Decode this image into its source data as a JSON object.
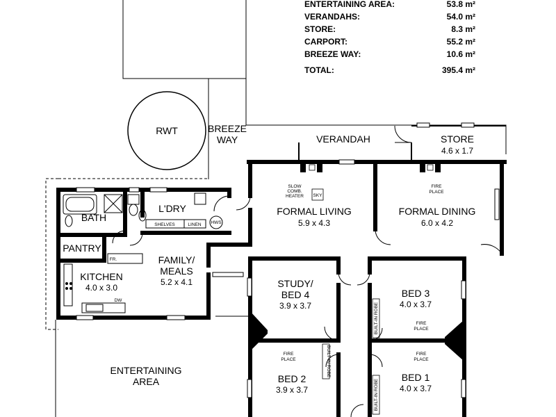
{
  "area_schedule": {
    "rows": [
      {
        "label": "ENTERTAINING AREA:",
        "value": "53.8 m²"
      },
      {
        "label": "VERANDAHS:",
        "value": "54.0 m²"
      },
      {
        "label": "STORE:",
        "value": "8.3 m²"
      },
      {
        "label": "CARPORT:",
        "value": "55.2 m²"
      },
      {
        "label": "BREEZE WAY:",
        "value": "10.6 m²"
      }
    ],
    "total": {
      "label": "TOTAL:",
      "value": "395.4 m²"
    }
  },
  "outdoor": {
    "rwt": "RWT",
    "breeze_way": [
      "BREEZE",
      "WAY"
    ],
    "verandah": "VERANDAH",
    "entertaining_area": [
      "ENTERTAINING",
      "AREA"
    ]
  },
  "rooms": {
    "store": {
      "name": "STORE",
      "dims": "4.6 x 1.7"
    },
    "formal_living": {
      "name": "FORMAL LIVING",
      "dims": "5.9 x 4.3"
    },
    "formal_dining": {
      "name": "FORMAL DINING",
      "dims": "6.0 x 4.2"
    },
    "bath": {
      "name": "BATH"
    },
    "laundry": {
      "name": "L'DRY"
    },
    "pantry": {
      "name": "PANTRY"
    },
    "kitchen": {
      "name": "KITCHEN",
      "dims": "4.0 x 3.0"
    },
    "family_meals": {
      "name": [
        "FAMILY/",
        "MEALS"
      ],
      "dims": "5.2 x 4.1"
    },
    "study_bed4": {
      "name": [
        "STUDY/",
        "BED 4"
      ],
      "dims": "3.9 x 3.7"
    },
    "bed3": {
      "name": "BED 3",
      "dims": "4.0 x 3.7"
    },
    "bed2": {
      "name": "BED 2",
      "dims": "3.9 x 3.7"
    },
    "bed1": {
      "name": "BED 1",
      "dims": "4.0 x 3.7"
    }
  },
  "fixtures": {
    "slow_comb_heater": [
      "SLOW",
      "COMB.",
      "HEATER"
    ],
    "sky": "SKY",
    "fire_place": [
      "FIRE",
      "PLACE"
    ],
    "shelves": "SHELVES",
    "linen": "LINEN",
    "hws": "HWS",
    "fr": "FR.",
    "dw": "DW",
    "built_in_robe": "BUILT-IN ROBE"
  }
}
